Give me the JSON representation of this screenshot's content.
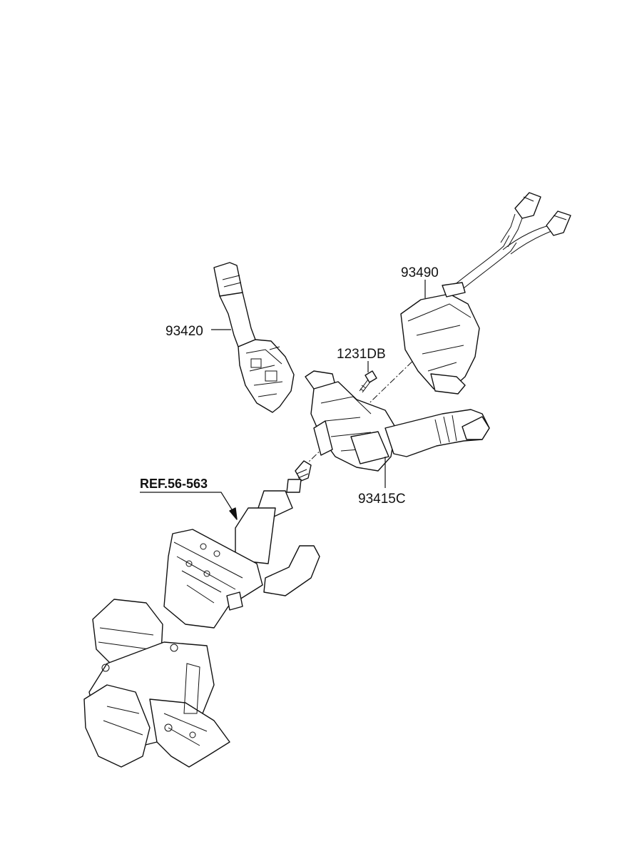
{
  "diagram": {
    "labels": {
      "p93420": "93420",
      "p93490": "93490",
      "p1231db": "1231DB",
      "p93415c": "93415C",
      "ref": "REF.56-563"
    }
  }
}
